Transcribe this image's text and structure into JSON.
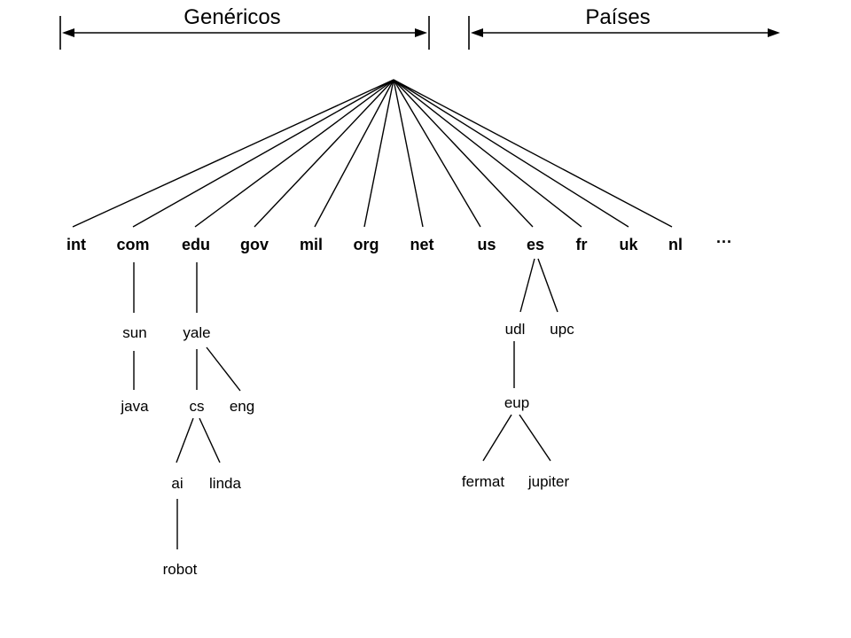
{
  "headers": {
    "generic": "Genéricos",
    "countries": "Países"
  },
  "root": "",
  "generic_tlds": [
    "int",
    "com",
    "edu",
    "gov",
    "mil",
    "org",
    "net"
  ],
  "country_tlds": [
    "us",
    "es",
    "fr",
    "uk",
    "nl"
  ],
  "more": "···",
  "subdomains": {
    "com": {
      "sun": "sun",
      "java": "java"
    },
    "edu": {
      "yale": "yale",
      "cs": "cs",
      "eng": "eng",
      "ai": "ai",
      "linda": "linda",
      "robot": "robot"
    },
    "es": {
      "udl": "udl",
      "upc": "upc",
      "eup": "eup",
      "fermat": "fermat",
      "jupiter": "jupiter"
    }
  }
}
